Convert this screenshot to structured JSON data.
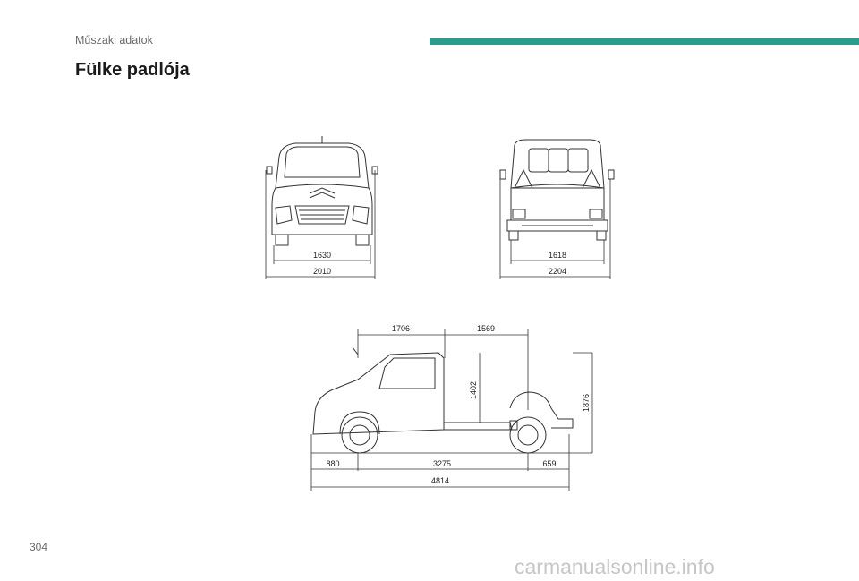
{
  "header": {
    "section": "Műszaki adatok",
    "accent_color": "#2a9c8e"
  },
  "page": {
    "title": "Fülke padlója",
    "number": "304"
  },
  "front_view": {
    "dimensions": [
      "1630",
      "2010"
    ]
  },
  "rear_view": {
    "dimensions": [
      "1618",
      "2204"
    ]
  },
  "side_view": {
    "top_dimensions": [
      "1706",
      "1569"
    ],
    "vertical_dimensions": [
      "1402",
      "1876"
    ],
    "bottom_dimensions": [
      "880",
      "3275",
      "659"
    ],
    "overall_length": "4814"
  },
  "watermark": "carmanualsonline.info"
}
